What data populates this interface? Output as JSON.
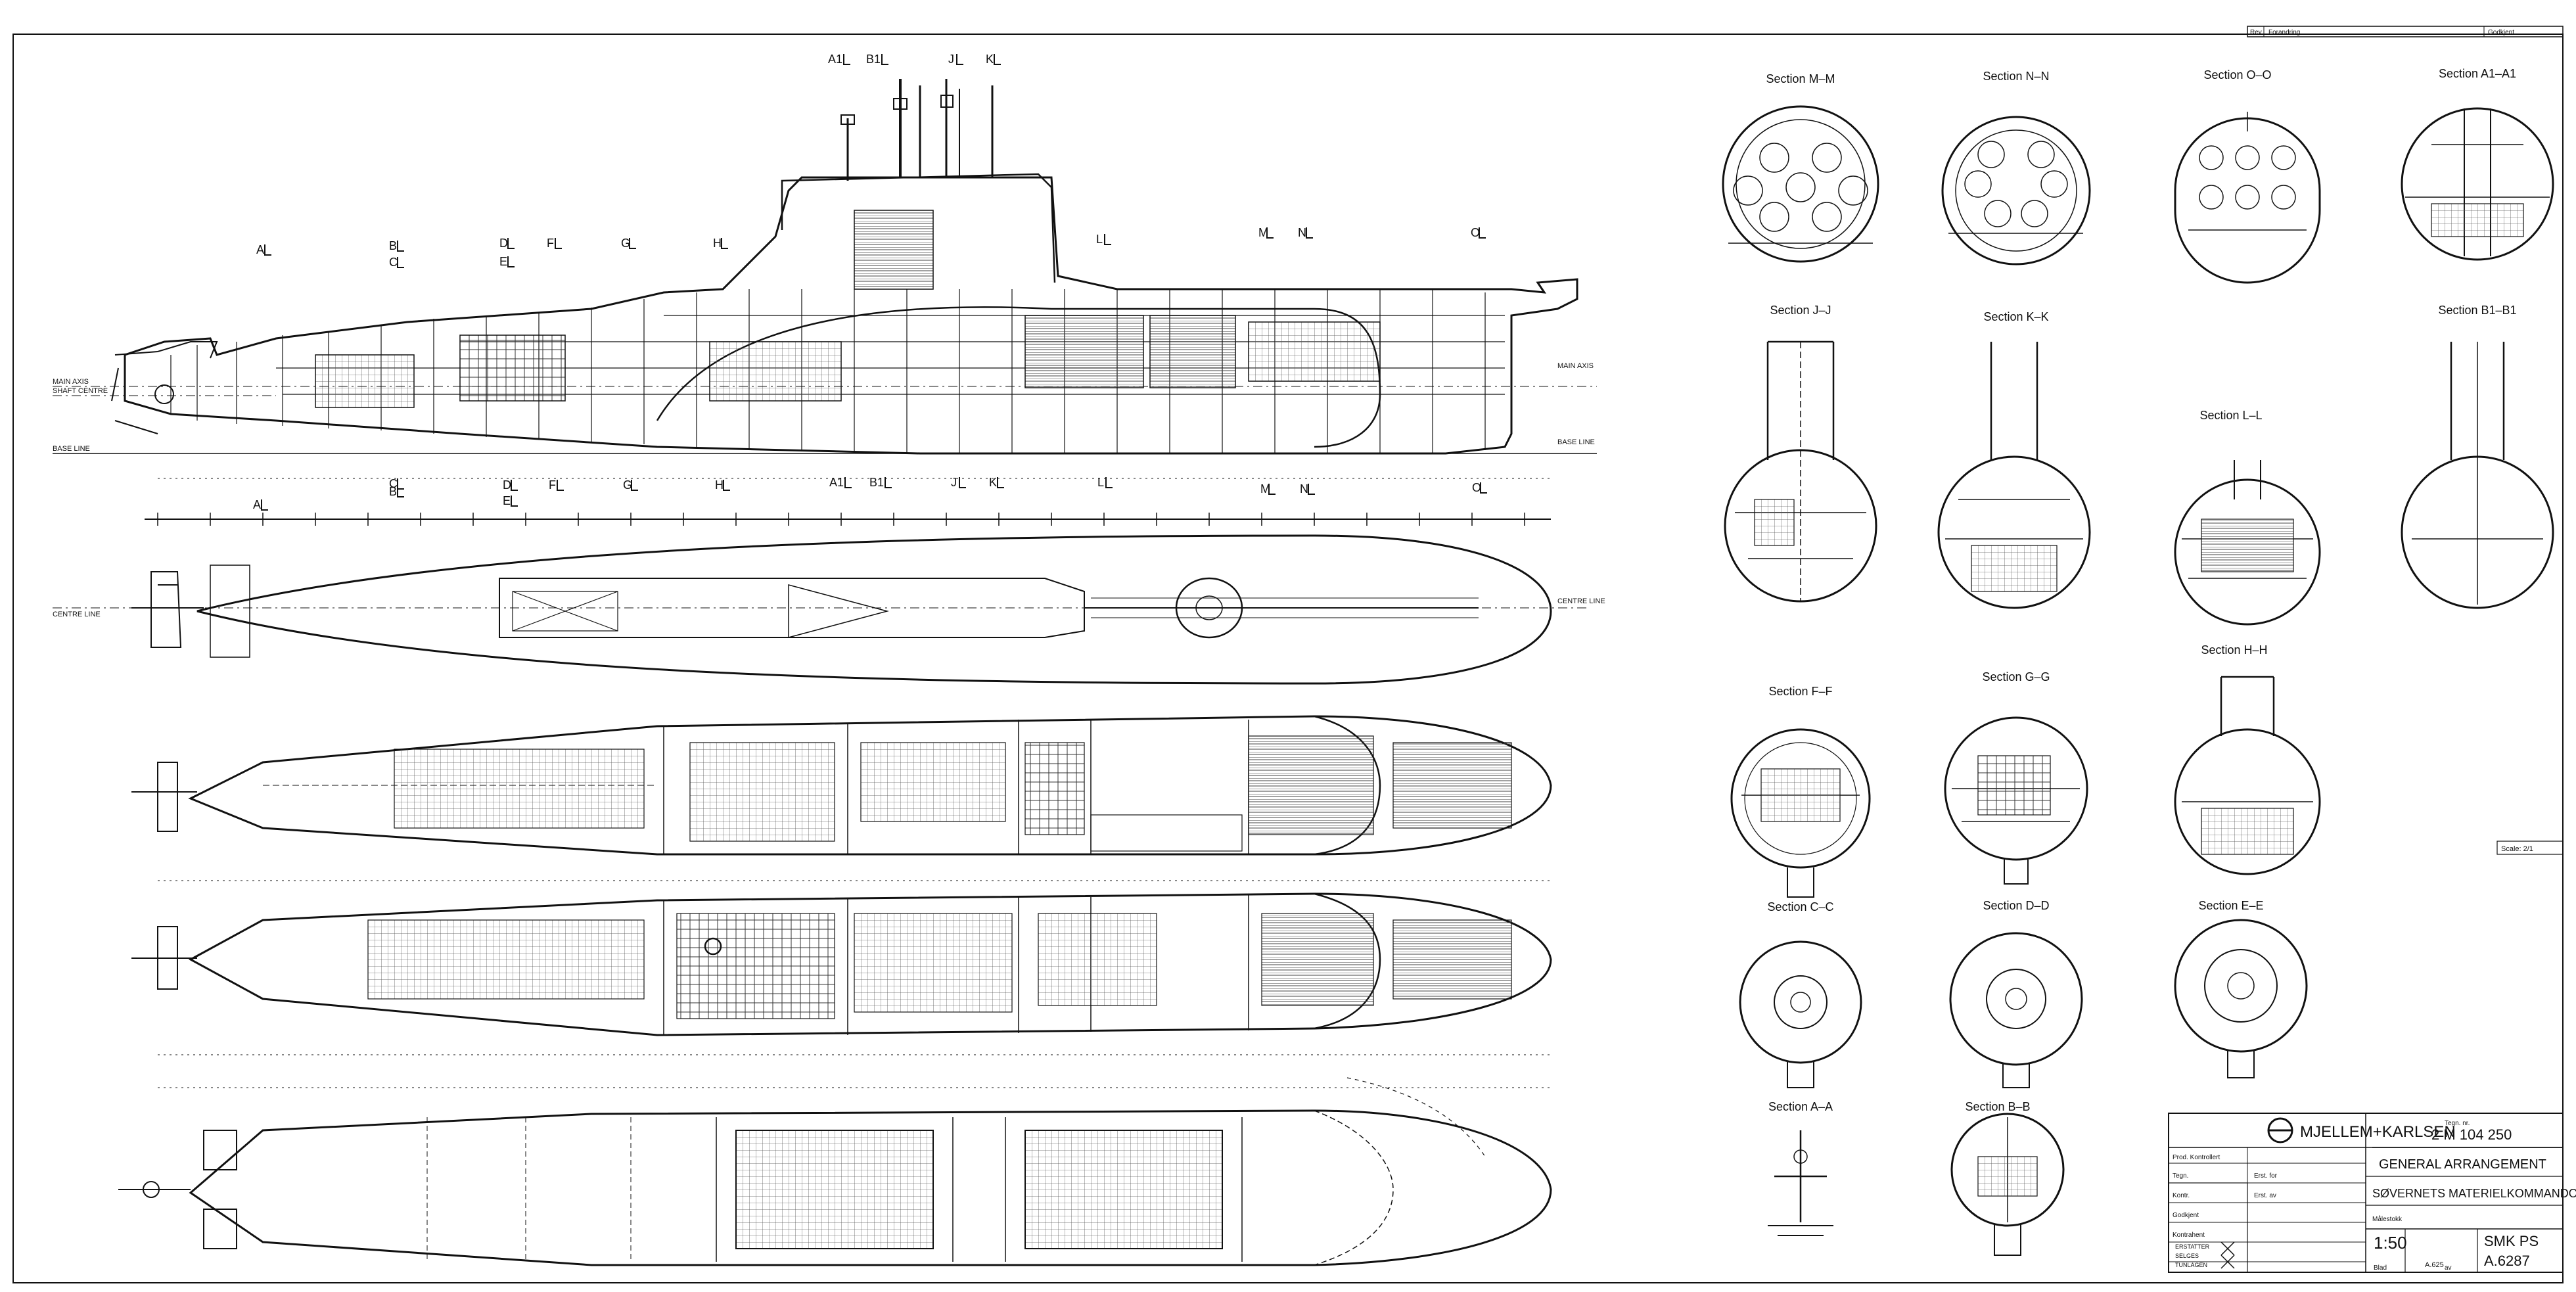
{
  "sheet": {
    "revision_header": {
      "col1": "Rev.",
      "col2": "Forandring",
      "col3": "Godkjent"
    },
    "section_markers_top": [
      "A1",
      "B1",
      "J",
      "K"
    ],
    "profile_markers": [
      "A",
      "B",
      "C",
      "D",
      "E",
      "F",
      "G",
      "H",
      "L",
      "M",
      "N",
      "O"
    ],
    "profile_markers_bottom": [
      "A",
      "B",
      "C",
      "D",
      "E",
      "F",
      "G",
      "H",
      "A1",
      "B1",
      "J",
      "K",
      "L",
      "M",
      "N",
      "O"
    ],
    "profile_lines": {
      "main_axis": "MAIN AXIS",
      "shaft_centre": "SHAFT CENTRE",
      "base_line": "BASE LINE"
    },
    "plan_centre_line": "CENTRE LINE",
    "side_tag": "Scale: 2/1"
  },
  "sections": [
    {
      "id": "M-M",
      "title": "Section  M–M"
    },
    {
      "id": "N-N",
      "title": "Section  N–N"
    },
    {
      "id": "O-O",
      "title": "Section  O–O"
    },
    {
      "id": "A1-A1",
      "title": "Section  A1–A1"
    },
    {
      "id": "J-J",
      "title": "Section  J–J"
    },
    {
      "id": "K-K",
      "title": "Section  K–K"
    },
    {
      "id": "L-L",
      "title": "Section  L–L"
    },
    {
      "id": "B1-B1",
      "title": "Section  B1–B1"
    },
    {
      "id": "F-F",
      "title": "Section  F–F"
    },
    {
      "id": "G-G",
      "title": "Section  G–G"
    },
    {
      "id": "H-H",
      "title": "Section  H–H"
    },
    {
      "id": "C-C",
      "title": "Section  C–C"
    },
    {
      "id": "D-D",
      "title": "Section  D–D"
    },
    {
      "id": "E-E",
      "title": "Section  E–E"
    },
    {
      "id": "A-A",
      "title": "Section  A–A"
    },
    {
      "id": "B-B",
      "title": "Section  B–B"
    }
  ],
  "title_block": {
    "company": "MJELLEM+KARLSEN",
    "drawing_no_label": "Tegn. nr.",
    "drawing_no": "2  M  104  250",
    "title": "GENERAL  ARRANGEMENT",
    "client": "SØVERNETS  MATERIELKOMMANDO",
    "scale_label": "Målestokk",
    "scale": "1:50",
    "project": "SMK PS",
    "ref": "A.6287",
    "small_ref": "A.625",
    "fields": [
      "Prod. Kontrollert",
      "Tegn.",
      "Kontr.",
      "Godkjent",
      "Kontrahent",
      "Erst. for",
      "Erst. av",
      "Blad",
      "av"
    ],
    "stamps": [
      "ERSTATTER",
      "SELGES",
      "TUNLAGEN"
    ]
  }
}
